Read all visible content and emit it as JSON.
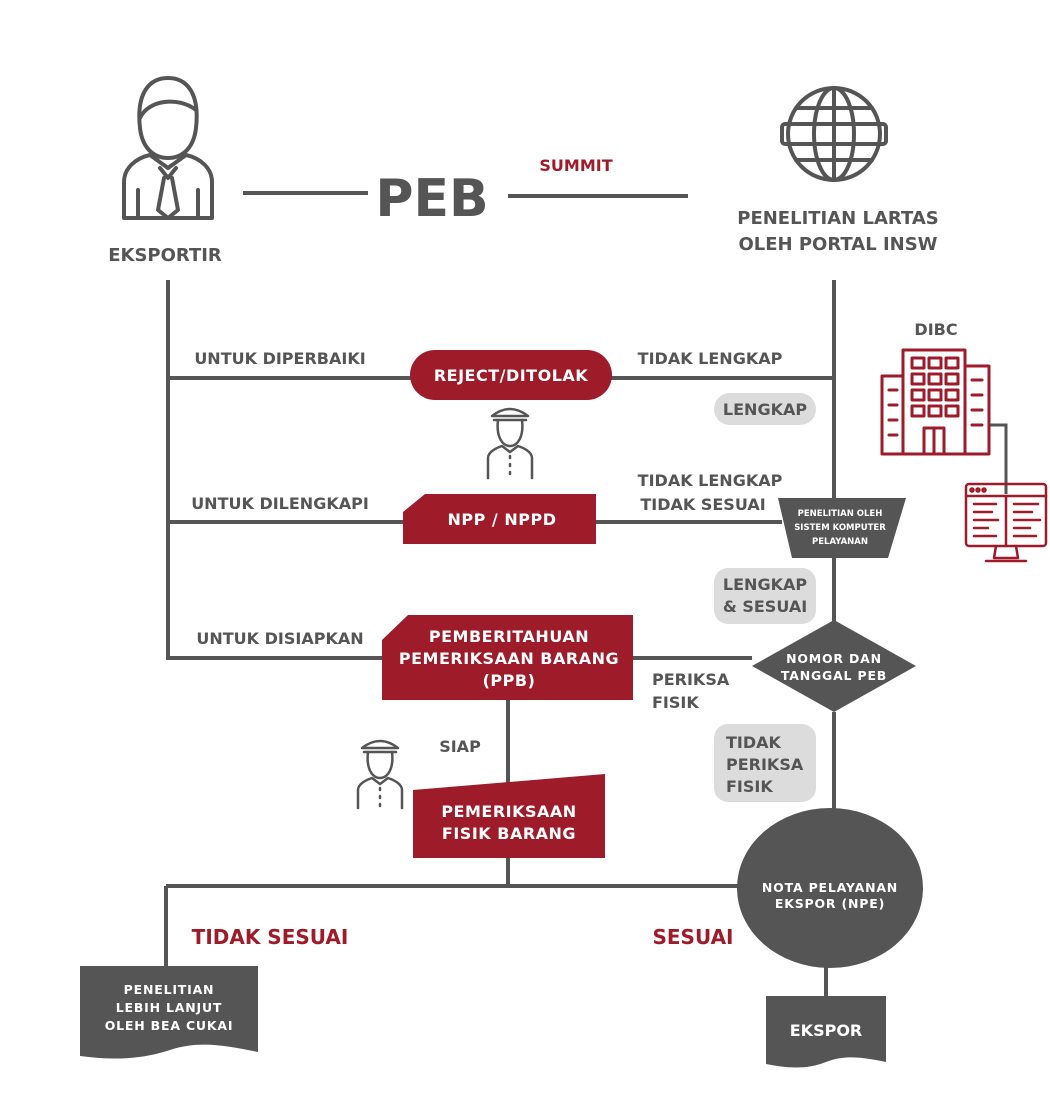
{
  "diagram": {
    "peb": "PEB",
    "summit": "SUMMIT",
    "eksportir": "EKSPORTIR",
    "insw": [
      "PENELITIAN LARTAS",
      "OLEH PORTAL INSW"
    ],
    "dibc": "DIBC",
    "untuk_diperbaiki": "UNTUK DIPERBAIKI",
    "reject": "REJECT/DITOLAK",
    "tidak_lengkap_1": "TIDAK LENGKAP",
    "lengkap": "LENGKAP",
    "untuk_dilengkapi": "UNTUK DILENGKAPI",
    "npp": "NPP / NPPD",
    "tidak_lengkap_2": "TIDAK LENGKAP",
    "tidak_sesuai_1": "TIDAK SESUAI",
    "penelitian_sistem": [
      "PENELITIAN OLEH",
      "SISTEM KOMPUTER",
      "PELAYANAN"
    ],
    "lengkap_sesuai": [
      "LENGKAP",
      "& SESUAI"
    ],
    "untuk_disiapkan": "UNTUK DISIAPKAN",
    "ppb": [
      "PEMBERITAHUAN",
      "PEMERIKSAAN BARANG",
      "(PPB)"
    ],
    "nomor_tanggal": [
      "NOMOR DAN",
      "TANGGAL PEB"
    ],
    "periksa_fisik": [
      "PERIKSA",
      "FISIK"
    ],
    "siap": "SIAP",
    "tidak_periksa_fisik": [
      "TIDAK",
      "PERIKSA",
      "FISIK"
    ],
    "pemeriksaan_fisik": [
      "PEMERIKSAAN",
      "FISIK BARANG"
    ],
    "npe": [
      "NOTA PELAYANAN",
      "EKSPOR (NPE)"
    ],
    "tidak_sesuai_2": "TIDAK SESUAI",
    "sesuai": "SESUAI",
    "penelitian_lanjut": [
      "PENELITIAN",
      "LEBIH LANJUT",
      "OLEH BEA CUKAI"
    ],
    "ekspor": "EKSPOR"
  },
  "colors": {
    "accent_red": "#9e1b2a",
    "dark_gray": "#555555",
    "pill_gray": "#dcdcdc"
  }
}
